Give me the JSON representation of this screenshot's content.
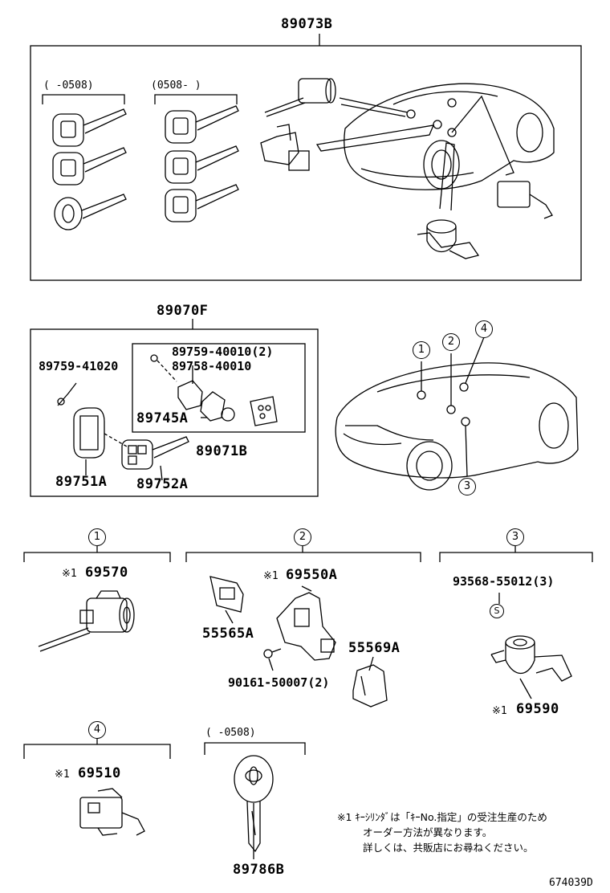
{
  "top_group": {
    "label": "89073B",
    "range_left": "(    -0508)",
    "range_right": "(0508-     )"
  },
  "mid_group": {
    "label": "89070F",
    "part_screw": "89759-41020",
    "part_screw_inner": "89759-40010(2)",
    "part_cover": "89758-40010",
    "part_case": "89745A",
    "part_subassy": "89071B",
    "part_housing": "89751A",
    "part_key": "89752A"
  },
  "callouts": [
    "1",
    "2",
    "3",
    "4"
  ],
  "sec1": {
    "number": "1",
    "part": "69570",
    "mark": "※1"
  },
  "sec2": {
    "number": "2",
    "part_main": "69550A",
    "mark": "※1",
    "part_retainer": "55565A",
    "part_bracket": "55569A",
    "part_bolt": "90161-50007(2)"
  },
  "sec3": {
    "number": "3",
    "part_screw": "93568-55012(3)",
    "screw_symbol": "S",
    "part_main": "69590",
    "mark": "※1"
  },
  "sec4": {
    "number": "4",
    "part": "69510",
    "mark": "※1"
  },
  "sec5": {
    "range": "(    -0508)",
    "part": "89786B"
  },
  "note": {
    "line1": "※1 ｷｰｼﾘﾝﾀﾞは「ｷｰNo.指定」の受注生産のため",
    "line2": "オーダー方法が異なります。",
    "line3": "詳しくは、共販店にお尋ねください。"
  },
  "diagram_code": "674039D"
}
